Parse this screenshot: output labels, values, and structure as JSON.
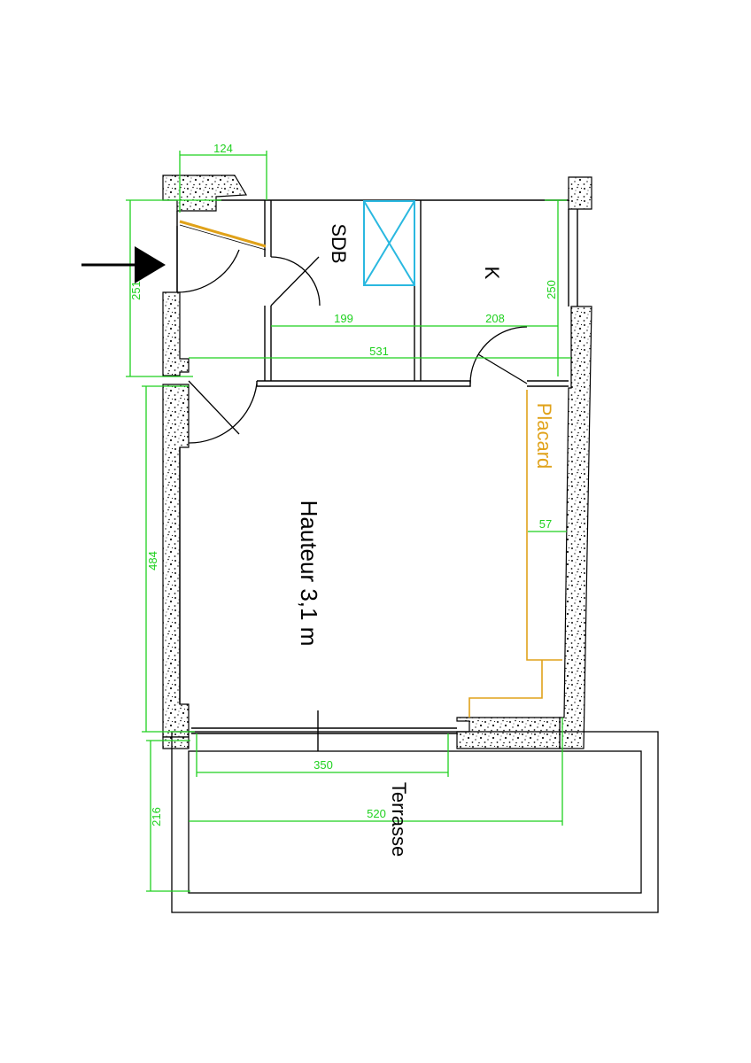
{
  "rooms": {
    "bathroom": "SDB",
    "kitchen": "K",
    "closet": "Placard",
    "main_room": "Hauteur 3,1 m",
    "terrace": "Terrasse"
  },
  "dimensions": {
    "entry_width": "124",
    "entry_depth": "251",
    "bathroom_width": "199",
    "kitchen_width": "208",
    "kitchen_depth": "250",
    "total_width": "531",
    "main_room_depth": "484",
    "closet_depth": "57",
    "window_width": "350",
    "terrace_width": "520",
    "terrace_depth": "216"
  },
  "colors": {
    "dimension": "#1fd11f",
    "closet": "#e0a21a",
    "shower": "#2ab8e0",
    "wall": "#000000"
  },
  "icons": {
    "entrance": "entrance-arrow-icon"
  }
}
